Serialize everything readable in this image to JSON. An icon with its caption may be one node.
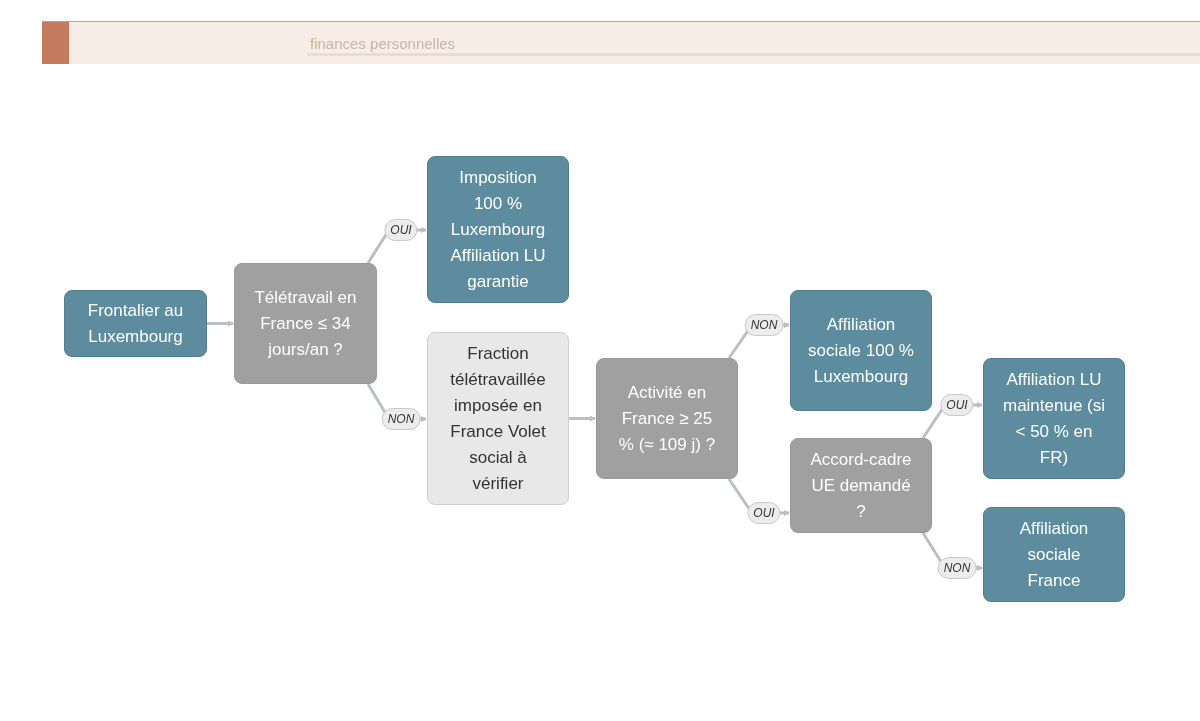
{
  "diagram": {
    "nodes": [
      {
        "text": [
          "Frontalier au Luxembourg"
        ]
      },
      {
        "text": [
          "Télétravail en France ≤ 34 jours/an ?"
        ]
      },
      {
        "text": [
          "Imposition 100 % Luxembourg Affiliation LU garantie"
        ]
      },
      {
        "text": [
          "Fraction télétravaillée imposée en France Volet social à vérifier"
        ]
      },
      {
        "text": [
          "Activité en France ≥ 25 % (≈ 109 j) ?"
        ]
      },
      {
        "text": [
          "Affiliation sociale 100 % Luxembourg"
        ]
      },
      {
        "text": [
          "Accord-cadre UE demandé ?"
        ]
      },
      {
        "text": [
          "Affiliation LU maintenue (si < 50 % en FR)"
        ]
      },
      {
        "text": [
          "Affiliation sociale France"
        ]
      }
    ],
    "edges": [
      {
        "from": 0,
        "to": 1,
        "arrow": "to"
      },
      {
        "from": 1,
        "to": 2,
        "arrow": "to",
        "label": "OUI"
      },
      {
        "from": 1,
        "to": 3,
        "arrow": "to",
        "label": "NON"
      },
      {
        "from": 3,
        "to": 4,
        "arrow": "to"
      },
      {
        "from": 4,
        "to": 5,
        "arrow": "to",
        "label": "NON"
      },
      {
        "from": 4,
        "to": 6,
        "arrow": "to",
        "label": "OUI"
      },
      {
        "from": 6,
        "to": 7,
        "arrow": "to",
        "label": "OUI"
      },
      {
        "from": 6,
        "to": 8,
        "arrow": "to",
        "label": "NON"
      }
    ],
    "labels": [
      "finances personnelles"
    ]
  }
}
